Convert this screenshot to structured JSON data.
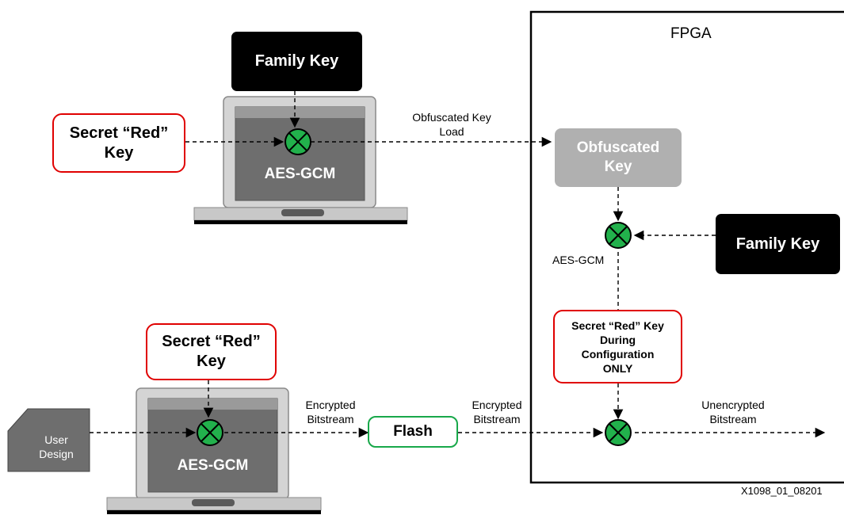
{
  "fpga_label": "FPGA",
  "top_laptop": {
    "family_key": "Family Key",
    "secret_key_line1": "Secret “Red”",
    "secret_key_line2": "Key",
    "screen_label": "AES-GCM"
  },
  "obfuscated_key_load": {
    "line1": "Obfuscated Key",
    "line2": "Load"
  },
  "obfuscated_key": {
    "line1": "Obfuscated",
    "line2": "Key"
  },
  "fpga_family_key": "Family Key",
  "fpga_aes_label": "AES-GCM",
  "secret_during_config": {
    "line1": "Secret “Red” Key",
    "line2": "During",
    "line3": "Configuration",
    "line4": "ONLY"
  },
  "bottom_laptop": {
    "secret_key_line1": "Secret “Red”",
    "secret_key_line2": "Key",
    "screen_label": "AES-GCM"
  },
  "user_design": {
    "line1": "User",
    "line2": "Design"
  },
  "encrypted_bitstream_1": {
    "line1": "Encrypted",
    "line2": "Bitstream"
  },
  "flash_label": "Flash",
  "encrypted_bitstream_2": {
    "line1": "Encrypted",
    "line2": "Bitstream"
  },
  "unencrypted_bitstream": {
    "line1": "Unencrypted",
    "line2": "Bitstream"
  },
  "figure_id": "X1098_01_08201",
  "colors": {
    "red": "#e00000",
    "green_node": "#22b14c",
    "flash_border": "#18a84a",
    "gray_box": "#b0b0b0"
  }
}
